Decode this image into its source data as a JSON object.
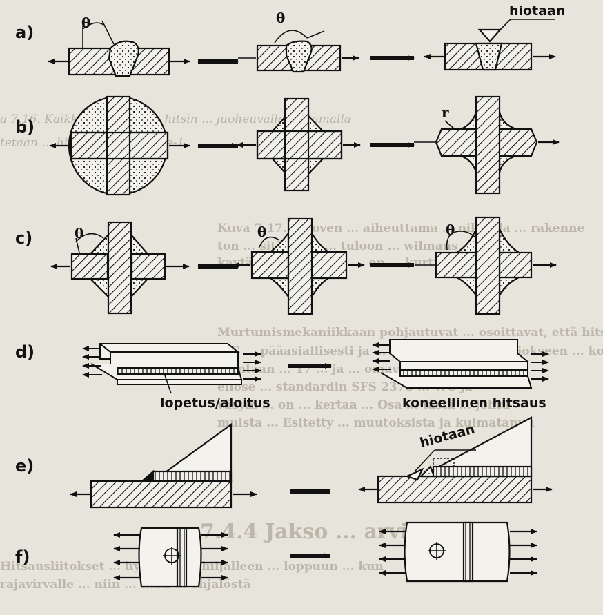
{
  "rows": {
    "a": "a)",
    "b": "b)",
    "c": "c)",
    "d": "d)",
    "e": "e)",
    "f": "f)"
  },
  "symbols": {
    "theta": "θ",
    "r": "r"
  },
  "annotations": {
    "hiotaan_a": "hiotaan",
    "hiotaan_e": "hiotaan",
    "lopetus_aloitus": "lopetus/aloitus",
    "koneellinen_hitsaus": "koneellinen hitsaus"
  },
  "bleed": {
    "l1": "a 7.16. Kaikkia ... parantaa hitsin ... juoheuvalla ... Samalla",
    "l2": "tetaan ... hitsausliitosten ... e-1",
    "l3": "Kuva 7.17. ... loven ... aiheuttama ... oikealla ... rakenne",
    "l4": "ton ... sitä ... on ... tuloon ... wilmans",
    "l5": "kaytännössä ... näin ... on ... kurtun ... epäl",
    "l6": "Murtumismekaniikkaan pohjautuvat ... osoittavat, että hitsiluo",
    "l7": "WC ... pääasiallisesti ja ... vastaavasti pienalitiokseen ... kohtiin",
    "l8": "alontaan ... 17 ... ja ... omavi",
    "l9": "ellose ... standardin SFS 2378 ... WC ja",
    "l10": "väsym ... on ... kertaa ... Osa ... tästä ... johtu",
    "l11": "muista ... Esitetty ... muutoksista ja kulmatapuu",
    "heading": "7.4.4 Jakso ... arvioiminen",
    "l12": "Hitsausliitokset ... hyvinkin ... hiljalleen ... loppuun ... kun",
    "l13": "rajavirvalle ... niin ... kuin ... ohjalöstä"
  }
}
